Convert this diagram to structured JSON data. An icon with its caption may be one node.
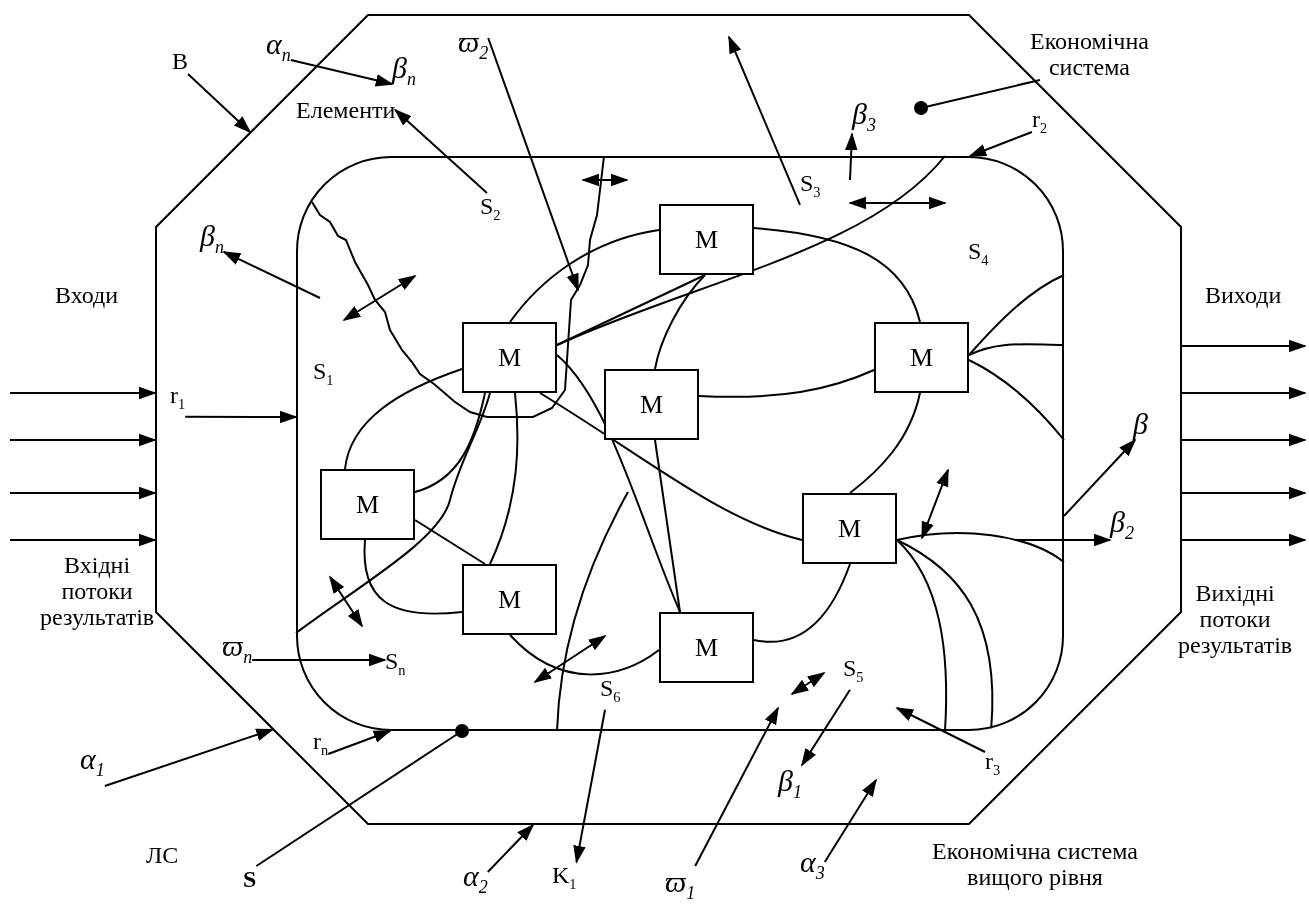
{
  "diagram": {
    "nodes": [
      {
        "text": [],
        "shape": "octagon"
      },
      {
        "text": [],
        "shape": "box",
        "in": 0
      },
      {
        "text": [
          "M"
        ],
        "in": 1
      },
      {
        "text": [
          "M"
        ],
        "in": 1
      },
      {
        "text": [
          "M"
        ],
        "in": 1
      },
      {
        "text": [
          "M"
        ],
        "in": 1
      },
      {
        "text": [
          "M"
        ],
        "in": 1
      },
      {
        "text": [
          "M"
        ],
        "in": 1
      },
      {
        "text": [
          "M"
        ],
        "in": 1
      },
      {
        "text": [
          "M"
        ],
        "in": 1
      },
      {
        "text": [
          "В"
        ]
      },
      {
        "text": [
          "α$_{n}$"
        ]
      },
      {
        "text": [
          "β$_{n}$"
        ],
        "in": 0
      },
      {
        "text": [
          "ϖ$_{2}$"
        ],
        "in": 0
      },
      {
        "text": [
          "Економічна система"
        ]
      },
      {
        "text": [
          "Елементи"
        ],
        "in": 0
      },
      {
        "text": [
          "β$_{3}$"
        ],
        "in": 0
      },
      {
        "text": [
          "r$_{2}$"
        ],
        "in": 0
      },
      {
        "text": [
          "S$_{2}$"
        ],
        "in": 1
      },
      {
        "text": [
          "S$_{3}$"
        ],
        "in": 1
      },
      {
        "text": [
          "β$_{n}$"
        ],
        "in": 0
      },
      {
        "text": [
          "r$_{1}$"
        ],
        "in": 0
      },
      {
        "text": [
          "S$_{n}$"
        ],
        "in": 1
      },
      {
        "text": [
          "ϖ$_{n}$"
        ],
        "in": 0
      },
      {
        "text": [
          "β"
        ],
        "in": 0
      },
      {
        "text": [
          "β$_{2}$"
        ],
        "in": 0
      },
      {
        "text": [
          "S$_{6}$"
        ],
        "in": 1
      },
      {
        "text": [
          "S$_{5}$"
        ],
        "in": 1
      },
      {
        "text": [
          "β$_{1}$"
        ],
        "in": 0
      },
      {
        "text": [
          "r$_{3}$"
        ],
        "in": 0
      },
      {
        "text": [
          "r$_{n}$"
        ],
        "in": 0
      },
      {
        "text": [
          "α$_{1}$"
        ]
      },
      {
        "text": [
          "S"
        ]
      },
      {
        "text": [
          "α$_{2}$"
        ]
      },
      {
        "text": [
          "K$_{1}$"
        ]
      },
      {
        "text": [
          "ϖ$_{1}$"
        ]
      },
      {
        "text": [
          "α$_{3}$"
        ]
      }
    ],
    "edges": [
      {
        "from": null,
        "to": 0,
        "arrow": "to"
      },
      {
        "from": null,
        "to": 0,
        "arrow": "to"
      },
      {
        "from": null,
        "to": 0,
        "arrow": "to"
      },
      {
        "from": null,
        "to": 0,
        "arrow": "to"
      },
      {
        "from": 0,
        "to": null,
        "arrow": "to"
      },
      {
        "from": 0,
        "to": null,
        "arrow": "to"
      },
      {
        "from": 0,
        "to": null,
        "arrow": "to"
      },
      {
        "from": 0,
        "to": null,
        "arrow": "to"
      },
      {
        "from": 0,
        "to": null,
        "arrow": "to"
      },
      {
        "from": 10,
        "to": 0,
        "arrow": "to"
      },
      {
        "from": 11,
        "to": 12,
        "arrow": "to"
      },
      {
        "from": 13,
        "to": null,
        "arrow": "to"
      },
      {
        "from": 14,
        "to": 0,
        "arrow": "other"
      },
      {
        "from": 18,
        "to": 15,
        "arrow": "to"
      },
      {
        "from": null,
        "to": 16,
        "arrow": "to"
      },
      {
        "from": 17,
        "to": 1,
        "arrow": "to"
      },
      {
        "from": 19,
        "to": null,
        "arrow": "to"
      },
      {
        "from": null,
        "to": 20,
        "arrow": "to"
      },
      {
        "from": 21,
        "to": 1,
        "arrow": "to"
      },
      {
        "from": 23,
        "to": 22,
        "arrow": "to"
      },
      {
        "from": 1,
        "to": 24,
        "arrow": "to"
      },
      {
        "from": null,
        "to": 25,
        "arrow": "to"
      },
      {
        "from": 26,
        "to": 34,
        "arrow": "to"
      },
      {
        "from": 27,
        "to": 28,
        "arrow": "to"
      },
      {
        "from": 29,
        "to": 1,
        "arrow": "to"
      },
      {
        "from": 30,
        "to": 1,
        "arrow": "to"
      },
      {
        "from": 31,
        "to": 0,
        "arrow": "to"
      },
      {
        "from": 32,
        "to": 1,
        "arrow": "other"
      },
      {
        "from": 33,
        "to": 0,
        "arrow": "to"
      },
      {
        "from": 35,
        "to": 1,
        "arrow": "to"
      },
      {
        "from": 36,
        "to": null,
        "arrow": "to"
      },
      {
        "from": 2,
        "to": 3,
        "arrow": "none"
      },
      {
        "from": 2,
        "to": 5,
        "arrow": "none"
      },
      {
        "from": 2,
        "to": 4,
        "arrow": "none"
      },
      {
        "from": 2,
        "to": 3,
        "arrow": "none"
      },
      {
        "from": 3,
        "to": 6,
        "arrow": "none"
      },
      {
        "from": 6,
        "to": 3,
        "arrow": "none"
      },
      {
        "from": 6,
        "to": 8,
        "arrow": "none"
      },
      {
        "from": 6,
        "to": 8,
        "arrow": "none"
      },
      {
        "from": 8,
        "to": 3,
        "arrow": "none"
      },
      {
        "from": 8,
        "to": 9,
        "arrow": "none"
      },
      {
        "from": 3,
        "to": 9,
        "arrow": "none"
      },
      {
        "from": 4,
        "to": 9,
        "arrow": "none"
      },
      {
        "from": 3,
        "to": 7,
        "arrow": "none"
      },
      {
        "from": 4,
        "to": 5,
        "arrow": "none"
      },
      {
        "from": 5,
        "to": 7,
        "arrow": "none"
      },
      {
        "from": 9,
        "to": 7,
        "arrow": "none"
      },
      {
        "from": 5,
        "to": 1,
        "arrow": "none"
      },
      {
        "from": 5,
        "to": 1,
        "arrow": "none"
      },
      {
        "from": 5,
        "to": 1,
        "arrow": "none"
      },
      {
        "from": 7,
        "to": 1,
        "arrow": "none"
      },
      {
        "from": 7,
        "to": 1,
        "arrow": "none"
      },
      {
        "from": 7,
        "to": 1,
        "arrow": "none"
      },
      {
        "from": 3,
        "to": 1,
        "arrow": "none"
      },
      {
        "from": 3,
        "to": 1,
        "arrow": "none"
      }
    ],
    "labels": [
      "S$_{4}$",
      "Входи",
      "Виходи",
      "S$_{1}$",
      "Вхідні потоки результатів",
      "Вихідні потоки результатів",
      "ЛС",
      "Економічна система вищого рівня"
    ]
  }
}
